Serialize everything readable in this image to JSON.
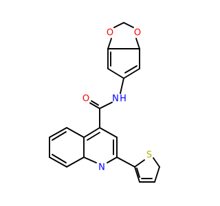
{
  "molecule": {
    "atoms": {
      "o_top_left": {
        "label": "O",
        "color": "#ff0000"
      },
      "o_top_right": {
        "label": "O",
        "color": "#ff0000"
      },
      "amide_nh": {
        "label": "N",
        "h_label": "H",
        "color": "#0000ff"
      },
      "carbonyl_o": {
        "label": "O",
        "color": "#ff0000"
      },
      "quinoline_n": {
        "label": "N",
        "color": "#0000ff"
      },
      "thiophene_s": {
        "label": "S",
        "color": "#b2b200"
      }
    },
    "bond_color": "#000000",
    "background": "#ffffff"
  }
}
